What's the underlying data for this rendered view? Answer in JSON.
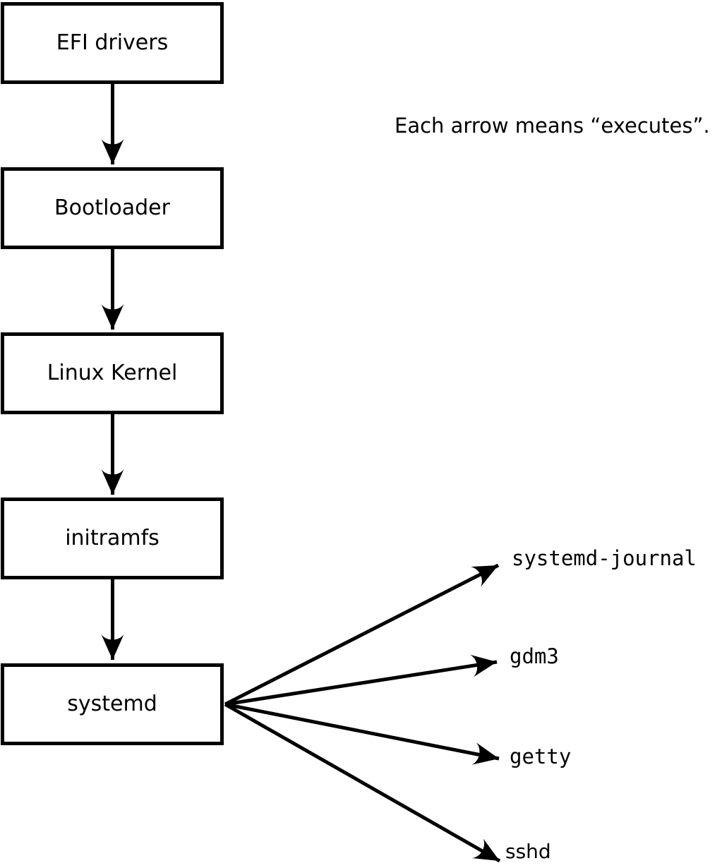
{
  "note": "Each arrow means “executes”.",
  "colors": {
    "background": "#ffffff",
    "line": "#000000",
    "box_fill": "#ffffff",
    "box_border": "#000000",
    "text": "#000000"
  },
  "boot_chain": [
    {
      "label": "EFI drivers"
    },
    {
      "label": "Bootloader"
    },
    {
      "label": "Linux Kernel"
    },
    {
      "label": "initramfs"
    },
    {
      "label": "systemd"
    }
  ],
  "spawned_processes": [
    {
      "label": "systemd-journal"
    },
    {
      "label": "gdm3"
    },
    {
      "label": "getty"
    },
    {
      "label": "sshd"
    }
  ]
}
